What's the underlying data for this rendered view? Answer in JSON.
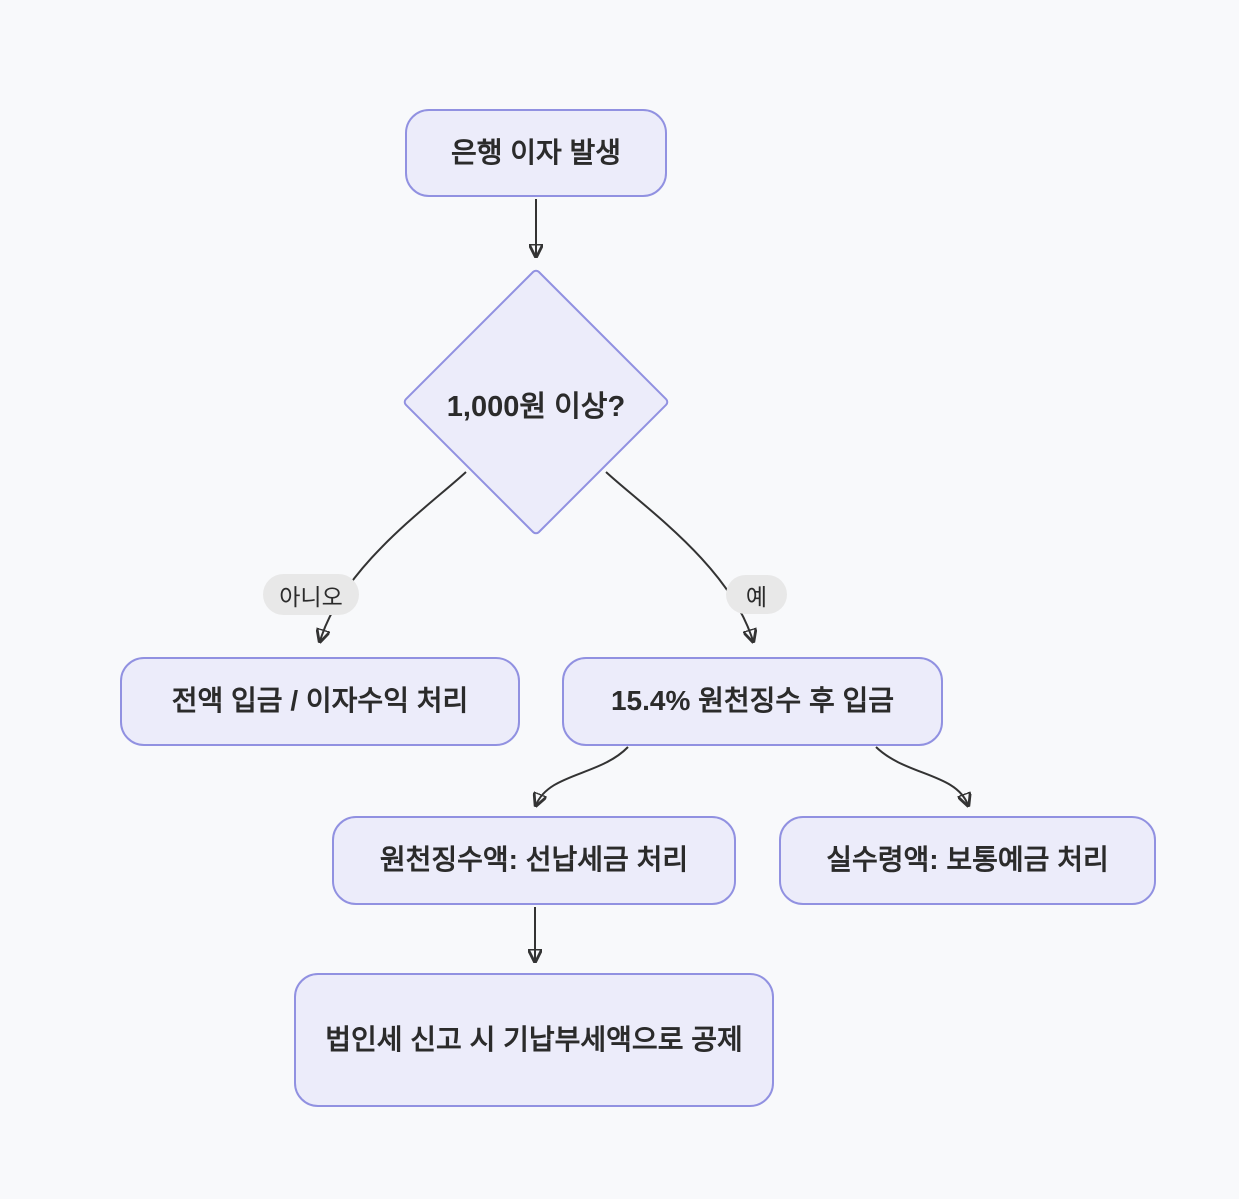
{
  "theme": {
    "background": "#f8f9fb",
    "node_fill": "#ececfa",
    "node_border": "#9191e1",
    "edge_color": "#333333",
    "edge_label_fill": "#e8e8e8",
    "text_color": "#2b2b2b"
  },
  "flowchart": {
    "type": "decision-flowchart",
    "nodes": {
      "start": {
        "label": "은행 이자 발생",
        "shape": "rounded"
      },
      "decision": {
        "label": "1,000원 이상?",
        "shape": "diamond"
      },
      "no_result": {
        "label": "전액 입금 / 이자수익 처리",
        "shape": "rounded"
      },
      "yes_result": {
        "label": "15.4% 원천징수 후 입금",
        "shape": "rounded"
      },
      "withholding": {
        "label": "원천징수액: 선납세금 처리",
        "shape": "rounded"
      },
      "net_amount": {
        "label": "실수령액: 보통예금 처리",
        "shape": "rounded"
      },
      "final_note": {
        "label": "법인세 신고 시 기납부세액으로 공제",
        "shape": "rounded"
      }
    },
    "edge_labels": {
      "no": "아니오",
      "yes": "예"
    },
    "edges": [
      {
        "from": "start",
        "to": "decision",
        "label": ""
      },
      {
        "from": "decision",
        "to": "no_result",
        "label": "아니오"
      },
      {
        "from": "decision",
        "to": "yes_result",
        "label": "예"
      },
      {
        "from": "yes_result",
        "to": "withholding",
        "label": ""
      },
      {
        "from": "yes_result",
        "to": "net_amount",
        "label": ""
      },
      {
        "from": "withholding",
        "to": "final_note",
        "label": ""
      }
    ]
  }
}
